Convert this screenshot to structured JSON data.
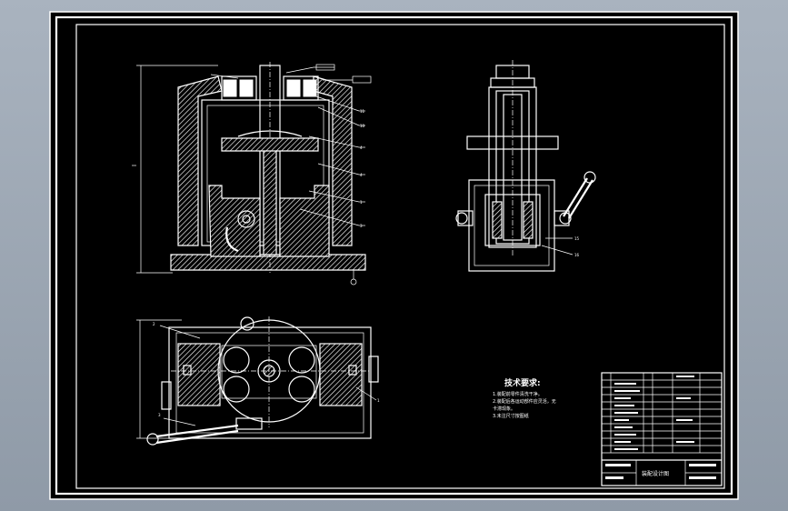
{
  "drawing": {
    "tech_title": "技术要求:",
    "tech_notes": [
      "1.装配前零件清洗干净。",
      "2.装配后各运动部件应灵活，无",
      "卡滞现象。",
      "3.未注尺寸按图纸"
    ],
    "title_block": {
      "drawing_name": "装配设计图"
    }
  },
  "colors": {
    "canvas": "#000000",
    "lines": "#ffffff",
    "frame": "#a9b3bf"
  }
}
